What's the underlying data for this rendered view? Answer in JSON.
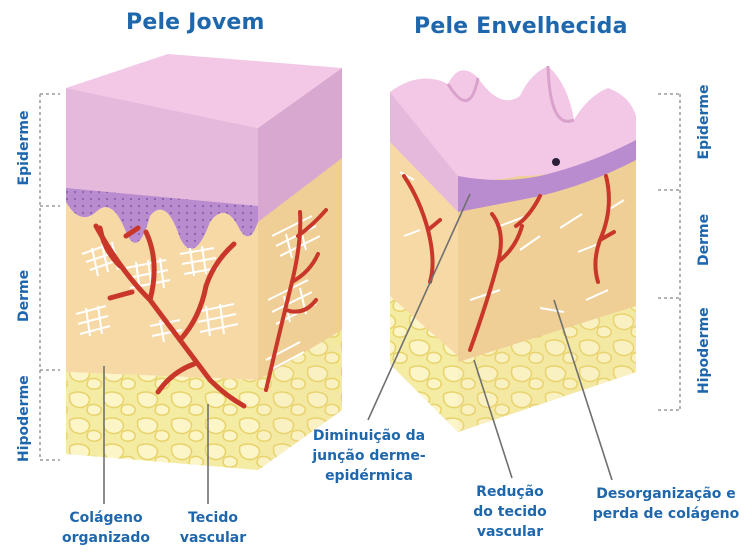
{
  "titles": {
    "young": "Pele Jovem",
    "aged": "Pele Envelhecida"
  },
  "layers_left": {
    "epiderme": "Epiderme",
    "derme": "Derme",
    "hipoderme": "Hipoderme"
  },
  "layers_right": {
    "epiderme": "Epiderme",
    "derme": "Derme",
    "hipoderme": "Hipoderme"
  },
  "annotations": {
    "colageno_l1": "Colágeno",
    "colageno_l2": "organizado",
    "tecido_l1": "Tecido",
    "tecido_l2": "vascular",
    "diminuicao_l1": "Diminuição da",
    "diminuicao_l2": "junção derme-",
    "diminuicao_l3": "epidérmica",
    "reducao_l1": "Redução",
    "reducao_l2": "do tecido",
    "reducao_l3": "vascular",
    "desorg_l1": "Desorganização e",
    "desorg_l2": "perda de colágeno"
  },
  "colors": {
    "label_blue": "#1f67ad",
    "epidermis": "#e5b9dc",
    "dermis": "#f7d9a6",
    "hypodermis": "#f4eca3",
    "vessel": "#c9362a",
    "collagen": "#ffffff"
  }
}
